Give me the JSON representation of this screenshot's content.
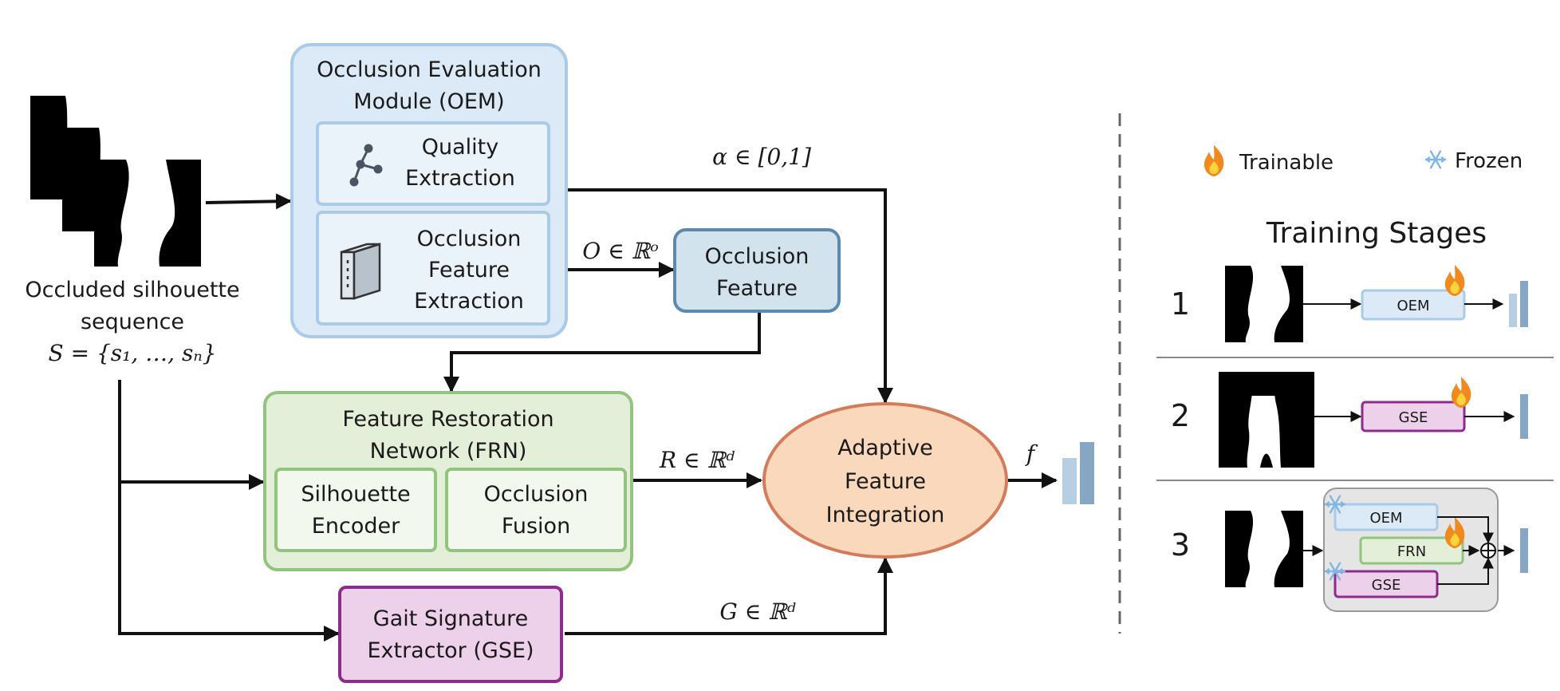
{
  "input": {
    "label_line1": "Occluded silhouette",
    "label_line2": "sequence",
    "label_math": "S = {s₁, …, sₙ}"
  },
  "oem": {
    "title_line1": "Occlusion Evaluation",
    "title_line2": "Module (OEM)",
    "quality_line1": "Quality",
    "quality_line2": "Extraction",
    "feature_line1": "Occlusion",
    "feature_line2": "Feature",
    "feature_line3": "Extraction"
  },
  "occlusion_feature": {
    "line1": "Occlusion",
    "line2": "Feature"
  },
  "frn": {
    "title_line1": "Feature Restoration",
    "title_line2": "Network (FRN)",
    "encoder_line1": "Silhouette",
    "encoder_line2": "Encoder",
    "fusion_line1": "Occlusion",
    "fusion_line2": "Fusion"
  },
  "gse": {
    "line1": "Gait Signature",
    "line2": "Extractor (GSE)"
  },
  "afi": {
    "line1": "Adaptive",
    "line2": "Feature",
    "line3": "Integration"
  },
  "edges": {
    "alpha": "α ∈ [0,1]",
    "o": "O ∈ ℝᵒ",
    "r": "R ∈ ℝᵈ",
    "g": "G ∈ ℝᵈ",
    "f": "f"
  },
  "legend": {
    "trainable": "Trainable",
    "frozen": "Frozen"
  },
  "stages": {
    "title": "Training Stages",
    "items": [
      {
        "num": "1",
        "module": "OEM"
      },
      {
        "num": "2",
        "module": "GSE"
      },
      {
        "num": "3",
        "modules": [
          "OEM",
          "FRN",
          "GSE"
        ]
      }
    ]
  },
  "colors": {
    "oem_fill": "#dbeaf6",
    "oem_stroke": "#a9cbe8",
    "occ_feature_fill": "#d3e3ee",
    "occ_feature_stroke": "#5d89ad",
    "frn_fill": "#e4efd9",
    "frn_stroke": "#93c47d",
    "gse_fill": "#edd0ea",
    "gse_stroke": "#8e2c8d",
    "afi_fill": "#f9d8bb",
    "afi_stroke": "#d47b5b",
    "output_bar_light": "#b7cde2",
    "output_bar_dark": "#86a6c4",
    "stage3_panel_fill": "#e5e5e5"
  }
}
